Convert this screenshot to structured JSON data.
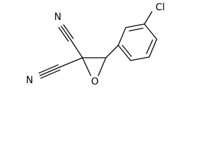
{
  "molecule": {
    "atom_labels": {
      "nitrile_top_n": "N",
      "nitrile_bottom_n": "N",
      "epoxide_o": "O",
      "chlorine": "Cl"
    }
  },
  "colors": {
    "bond": "#000000",
    "label": "#000000",
    "background": "#ffffff"
  }
}
